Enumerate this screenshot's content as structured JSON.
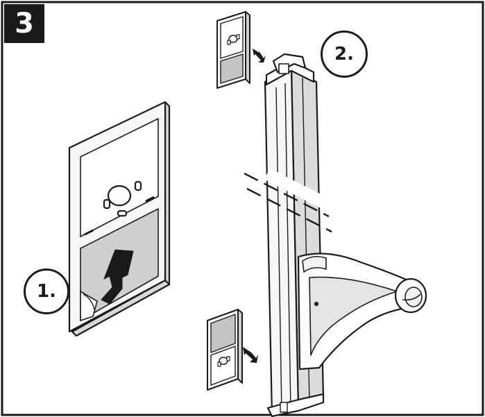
{
  "step": {
    "number": "3"
  },
  "callouts": [
    {
      "label": "1."
    },
    {
      "label": "2."
    }
  ],
  "colors": {
    "line": "#1a1a1a",
    "panel": "#f2f2f2",
    "adhesive": "#c8c8c8",
    "shade": "#dcdcdc"
  }
}
